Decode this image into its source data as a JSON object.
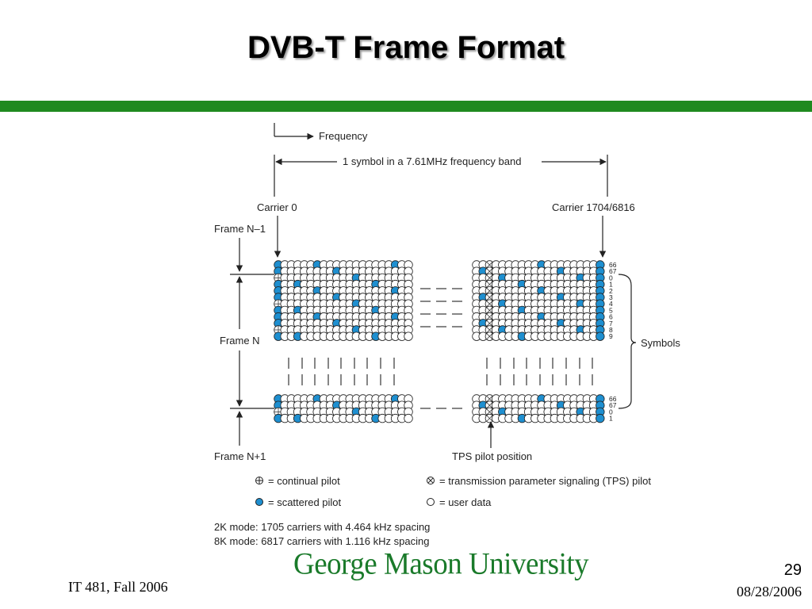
{
  "slide": {
    "title": "DVB-T Frame Format",
    "page_number": "29",
    "footer_course": "IT 481, Fall 2006",
    "footer_date": "08/28/2006",
    "logo_text": "George Mason University"
  },
  "colors": {
    "accent_green": "#1f8a1f",
    "scattered_pilot": "#1e8fd0",
    "logo_green": "#1a7a2a"
  },
  "diagram": {
    "frequency_label": "Frequency",
    "band_label": "1 symbol in a 7.61MHz frequency band",
    "carrier_start": "Carrier 0",
    "carrier_end": "Carrier 1704/6816",
    "frame_prev": "Frame N–1",
    "frame_cur": "Frame N",
    "frame_next": "Frame N+1",
    "symbols_label": "Symbols",
    "tps_label": "TPS pilot position",
    "symbol_numbers_top": [
      "66",
      "67",
      "0",
      "1",
      "2",
      "3",
      "4",
      "5",
      "6",
      "7",
      "8",
      "9"
    ],
    "symbol_numbers_bottom": [
      "66",
      "67",
      "0",
      "1"
    ],
    "legend": [
      {
        "icon": "continual-pilot-icon",
        "text": "= continual pilot"
      },
      {
        "icon": "tps-pilot-icon",
        "text": "= transmission parameter signaling (TPS) pilot"
      },
      {
        "icon": "scattered-pilot-icon",
        "text": "= scattered pilot"
      },
      {
        "icon": "user-data-icon",
        "text": "= user data"
      }
    ],
    "mode_2k": "2K mode: 1705 carriers with 4.464 kHz spacing",
    "mode_8k": "8K mode: 6817 carriers with 1.116 kHz spacing"
  }
}
